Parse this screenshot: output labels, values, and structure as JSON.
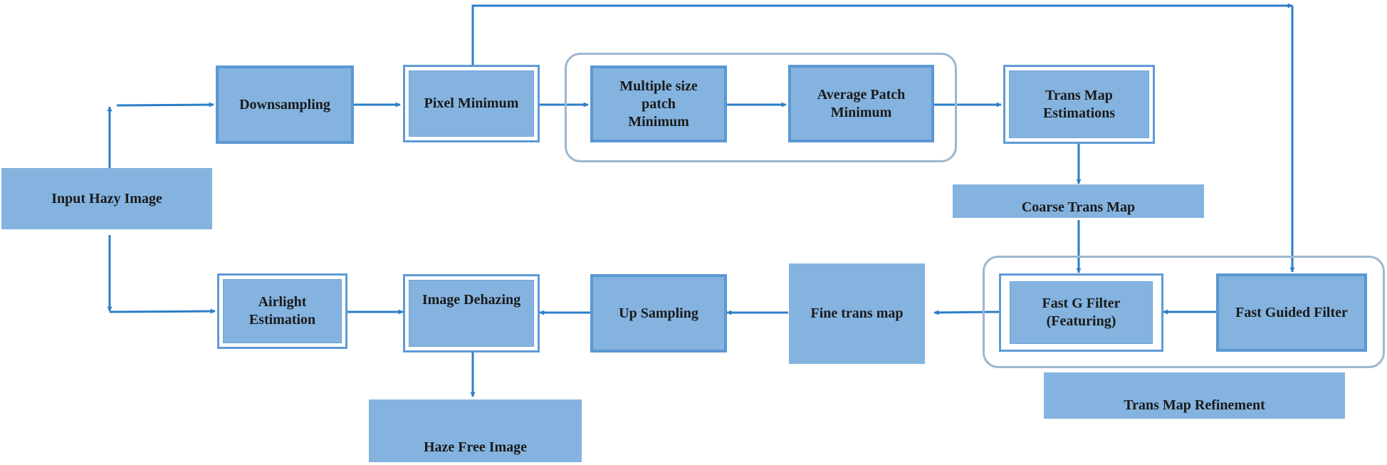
{
  "colors": {
    "box_fill": "#84b3df",
    "box_border": "#5b97d3",
    "arrow": "#2c7ec7",
    "group_outline": "#9db7cf"
  },
  "nodes": {
    "input_hazy_image": "Input Hazy Image",
    "downsampling": "Downsampling",
    "pixel_minimum": "Pixel Minimum",
    "multiple_size_patch_minimum": "Multiple size patch Minimum",
    "average_patch_minimum": "Average Patch Minimum",
    "trans_map_estimations": "Trans Map Estimations",
    "coarse_trans_map": "Coarse Trans Map",
    "fast_guided_filter": "Fast Guided Filter",
    "fast_g_filter": "Fast G Filter (Featuring)",
    "trans_map_refinement": "Trans Map Refinement",
    "fine_trans_map": "Fine trans map",
    "up_sampling": "Up Sampling",
    "image_dehazing": "Image Dehazing",
    "airlight_estimation": "Airlight Estimation",
    "haze_free_image": "Haze Free Image"
  }
}
